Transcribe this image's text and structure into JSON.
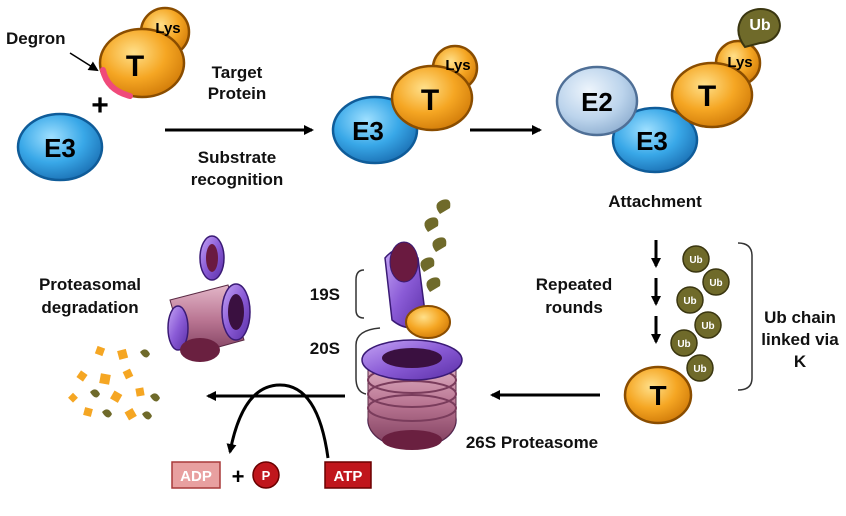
{
  "labels": {
    "degron": "Degron",
    "target_protein_line1": "Target",
    "target_protein_line2": "Protein",
    "substrate_recognition_line1": "Substrate",
    "substrate_recognition_line2": "recognition",
    "attachment": "Attachment",
    "repeated_rounds_line1": "Repeated",
    "repeated_rounds_line2": "rounds",
    "ub_chain_line1": "Ub chain",
    "ub_chain_line2": "linked via",
    "ub_chain_line3": "K",
    "proteasomal_degradation_line1": "Proteasomal",
    "proteasomal_degradation_line2": "degradation",
    "proteasome_26s": "26S Proteasome",
    "subunit_19s": "19S",
    "subunit_20s": "20S",
    "adp": "ADP",
    "plus": "+",
    "phosphate": "P",
    "atp": "ATP"
  },
  "molecules": {
    "e3": "E3",
    "e2": "E2",
    "target": "T",
    "lys": "Lys",
    "ub": "Ub"
  },
  "colors": {
    "e3_blue": "#39a8e8",
    "e2_grey": "#b9d3ee",
    "target_orange": "#f5a623",
    "ub_olive": "#6f6a2a",
    "proteasome_purple": "#8a5bd6",
    "proteasome_pink": "#c98aa8",
    "atp_red": "#c0161c",
    "adp_pink": "#e8a0a0",
    "degron_pink": "#f04a7a"
  }
}
